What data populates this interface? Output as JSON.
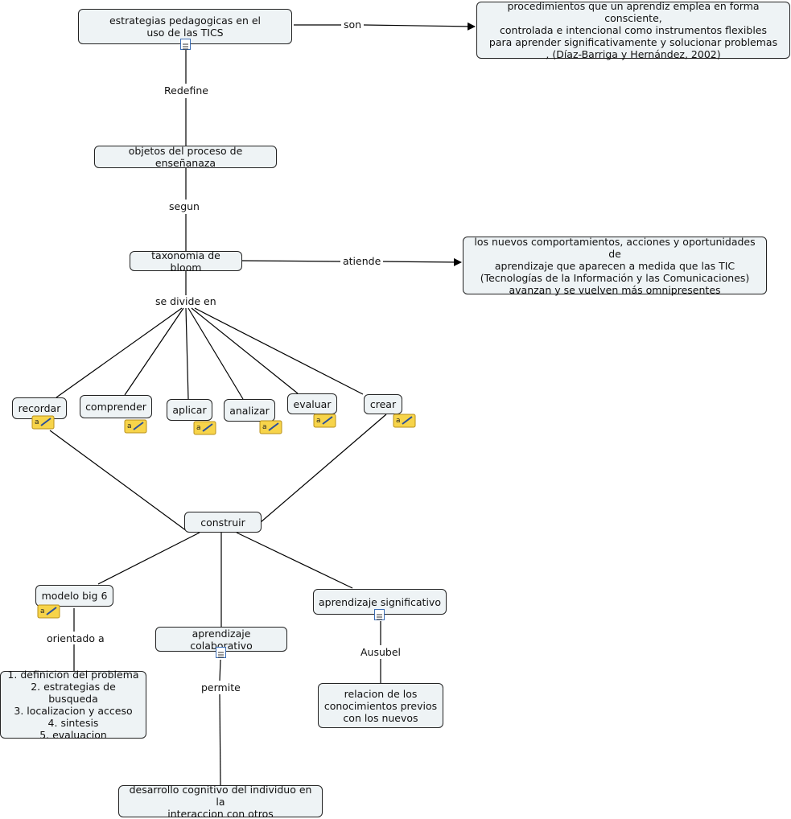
{
  "nodes": {
    "estrategias": "estrategias pedagogicas en el uso de las TICS",
    "procedimientos": "procedimientos que un aprendiz emplea en forma consciente,\ncontrolada e intencional como instrumentos flexibles\npara aprender significativamente y solucionar problemas\n, (Díaz-Barriga y Hernández, 2002)",
    "objetos": "objetos del proceso de enseñanaza",
    "taxonomia": "taxonomia de bloom",
    "nuevos": "los nuevos comportamientos, acciones y oportunidades de\naprendizaje que aparecen a medida que las TIC\n(Tecnologías de la  Información y las Comunicaciones)\navanzan y se vuelven más omnipresentes",
    "recordar": "recordar",
    "comprender": "comprender",
    "aplicar": "aplicar",
    "analizar": "analizar",
    "evaluar": "evaluar",
    "crear": "crear",
    "construir": "construir",
    "modelo": "modelo big 6",
    "colaborativo": "aprendizaje colaborativo",
    "significativo": "aprendizaje significativo",
    "pasos": "1. definicion del problema\n2. estrategias de busqueda\n3. localizacion y acceso\n4. sintesis\n5. evaluacion",
    "relacion": "relacion de los\nconocimientos previos\ncon los nuevos",
    "desarrollo": "desarrollo cognitivo del individuo en la\ninteraccion con otros"
  },
  "links": {
    "son": "son",
    "redefine": "Redefine",
    "segun": "segun",
    "atiende": "atiende",
    "se_divide_en": "se divide en",
    "orientado_a": "orientado a",
    "permite": "permite",
    "ausubel": "Ausubel"
  },
  "icons": {
    "note": "abc-pencil-note-icon",
    "document": "document-icon"
  },
  "colors": {
    "node_fill": "#eef3f5",
    "node_border": "#222222",
    "note_icon": "#f7d44a",
    "doc_icon_border": "#3b6db5"
  }
}
